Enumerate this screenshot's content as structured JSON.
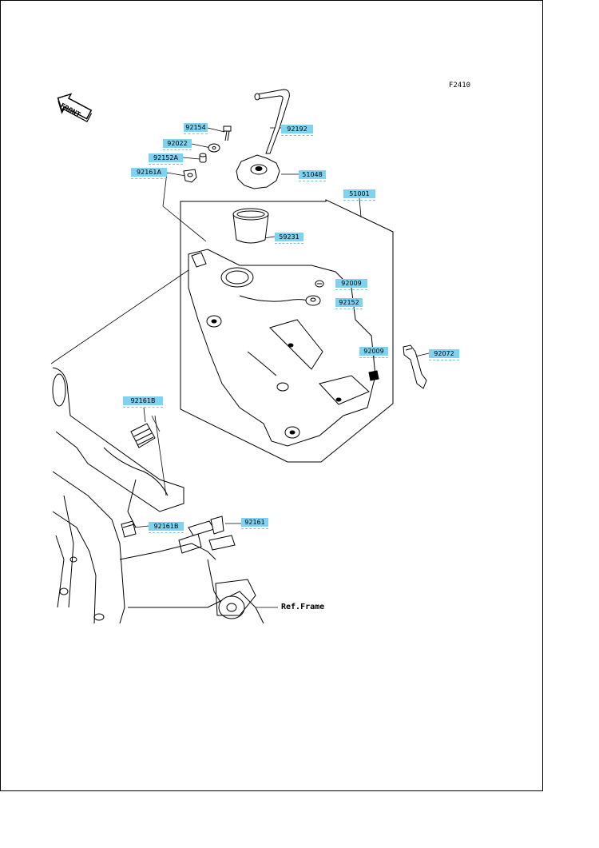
{
  "diagram": {
    "figure_code": "F2410",
    "front_label": "FRONT",
    "ref_label": "Ref.Frame",
    "colors": {
      "callout": "#7fd3f0",
      "line": "#000000"
    },
    "parts": [
      {
        "id": "part-92154",
        "number": "92154"
      },
      {
        "id": "part-92192",
        "number": "92192"
      },
      {
        "id": "part-92022",
        "number": "92022"
      },
      {
        "id": "part-92152a",
        "number": "92152A"
      },
      {
        "id": "part-92161a",
        "number": "92161A"
      },
      {
        "id": "part-51048",
        "number": "51048"
      },
      {
        "id": "part-51001",
        "number": "51001"
      },
      {
        "id": "part-59231",
        "number": "59231"
      },
      {
        "id": "part-92009-top",
        "number": "92009"
      },
      {
        "id": "part-92152",
        "number": "92152"
      },
      {
        "id": "part-92009-side",
        "number": "92009"
      },
      {
        "id": "part-92072",
        "number": "92072"
      },
      {
        "id": "part-92161b-top",
        "number": "92161B"
      },
      {
        "id": "part-92161b-bottom",
        "number": "92161B"
      },
      {
        "id": "part-92161",
        "number": "92161"
      }
    ]
  }
}
